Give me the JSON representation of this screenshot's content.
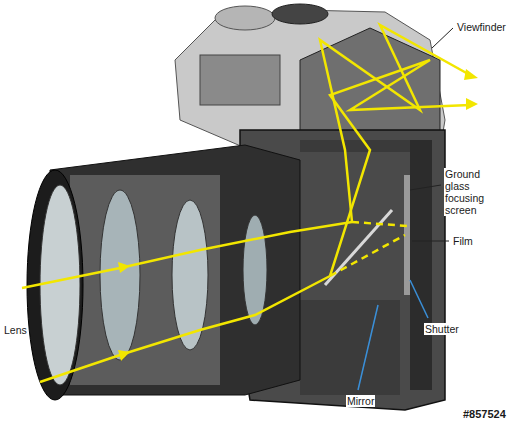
{
  "diagram": {
    "labels": [
      "Viewfinder",
      "Ground glass focusing screen",
      "Film",
      "Shutter",
      "Mirror",
      "Lens",
      "#857524"
    ]
  }
}
